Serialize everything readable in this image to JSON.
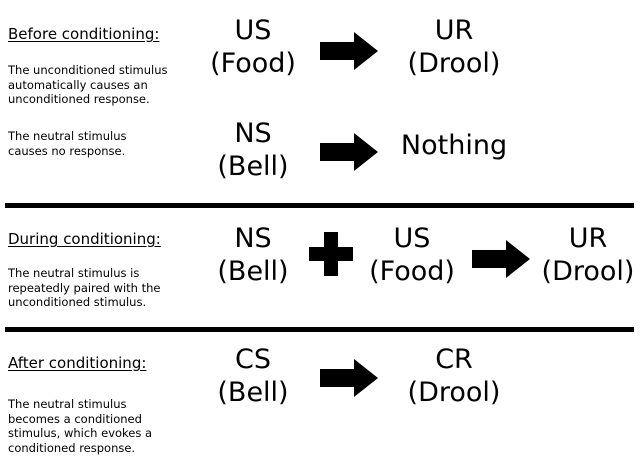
{
  "before": {
    "heading": "Before conditioning:",
    "desc1": "The unconditioned stimulus automatically causes an unconditioned response.",
    "desc2": "The neutral stimulus causes no response.",
    "row1": {
      "stim": "US",
      "stim_sub": "(Food)",
      "resp": "UR",
      "resp_sub": "(Drool)"
    },
    "row2": {
      "stim": "NS",
      "stim_sub": "(Bell)",
      "resp": "Nothing"
    }
  },
  "during": {
    "heading": "During conditioning:",
    "desc": "The neutral stimulus is repeatedly paired with the unconditioned stimulus.",
    "stim1": "NS",
    "stim1_sub": "(Bell)",
    "stim2": "US",
    "stim2_sub": "(Food)",
    "resp": "UR",
    "resp_sub": "(Drool)"
  },
  "after": {
    "heading": "After conditioning:",
    "desc": "The neutral stimulus becomes a conditioned stimulus, which evokes a conditioned response.",
    "stim": "CS",
    "stim_sub": "(Bell)",
    "resp": "CR",
    "resp_sub": "(Drool)"
  },
  "icons": {
    "arrow": "arrow-right-icon",
    "plus": "plus-icon"
  }
}
